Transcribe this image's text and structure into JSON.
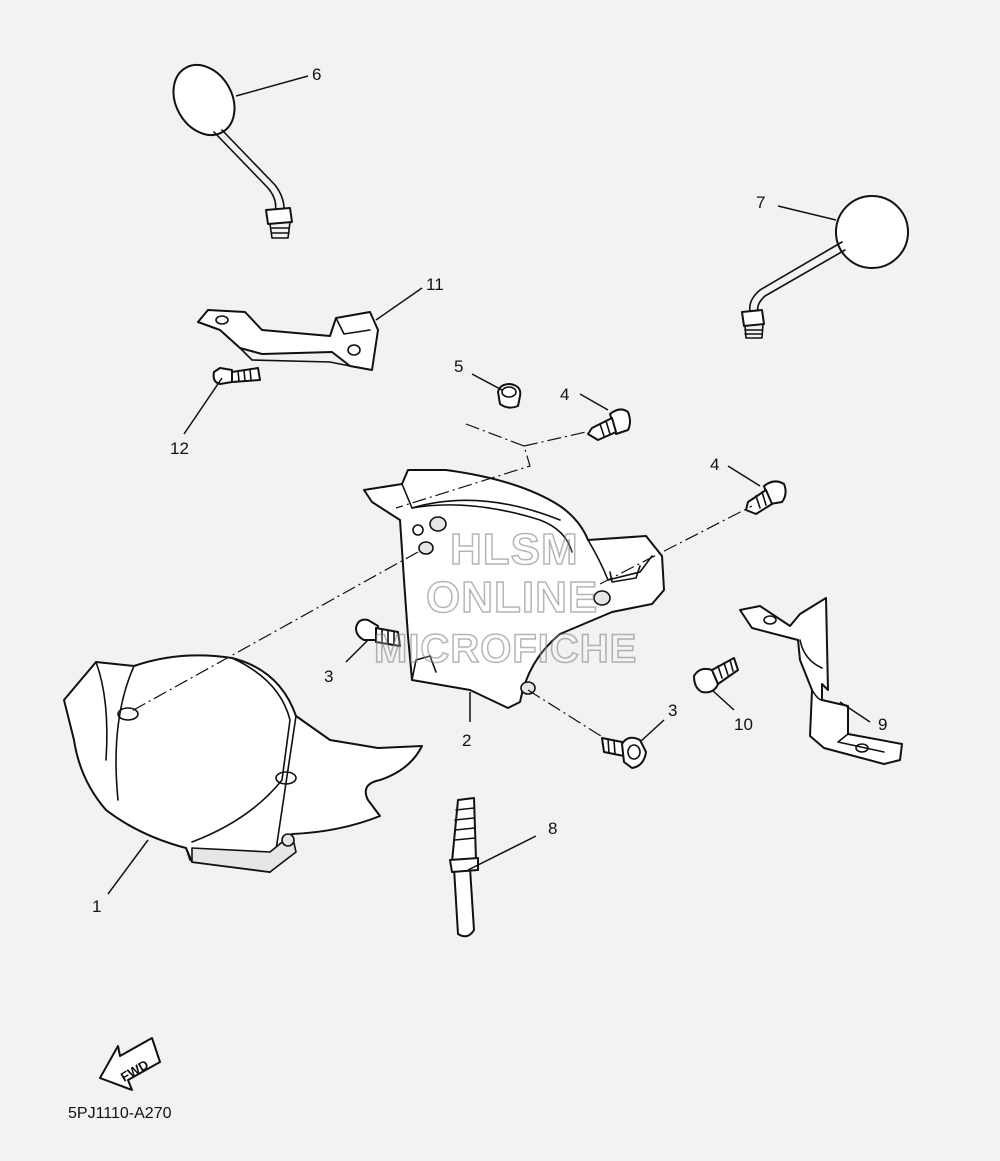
{
  "callouts": {
    "c1": "1",
    "c2": "2",
    "c3a": "3",
    "c3b": "3",
    "c4a": "4",
    "c4b": "4",
    "c5": "5",
    "c6": "6",
    "c7": "7",
    "c8": "8",
    "c9": "9",
    "c10": "10",
    "c11": "11",
    "c12": "12"
  },
  "watermark": {
    "line1": "HLSM",
    "line2": "ONLINE",
    "line3": "MICROFICHE"
  },
  "fwd_label": "FWD",
  "diagram_code": "5PJ1110-A270"
}
